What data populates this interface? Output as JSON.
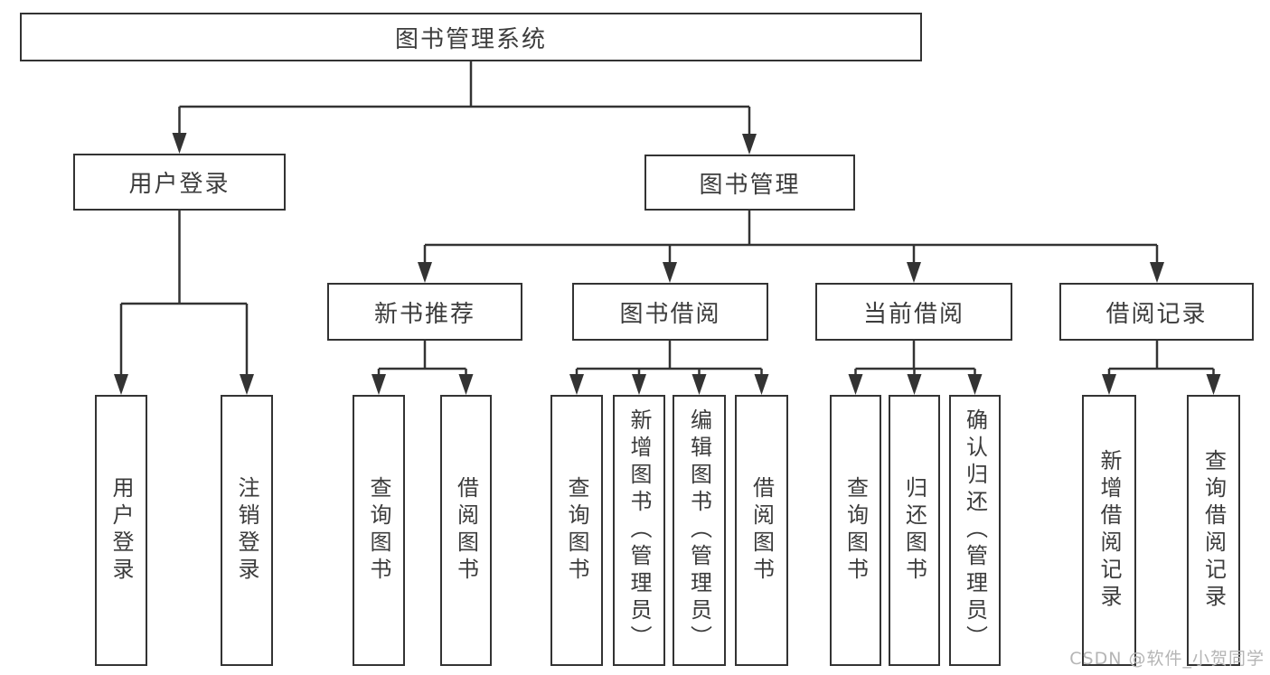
{
  "diagram": {
    "root": "图书管理系统",
    "user_branch": {
      "label": "用户登录",
      "children": [
        "用户登录",
        "注销登录"
      ]
    },
    "mgmt_branch": {
      "label": "图书管理",
      "sections": [
        {
          "label": "新书推荐",
          "children": [
            "查询图书",
            "借阅图书"
          ]
        },
        {
          "label": "图书借阅",
          "children": [
            "查询图书",
            "新增图书（管理员）",
            "编辑图书（管理员）",
            "借阅图书"
          ]
        },
        {
          "label": "当前借阅",
          "children": [
            "查询图书",
            "归还图书",
            "确认归还（管理员）"
          ]
        },
        {
          "label": "借阅记录",
          "children": [
            "新增借阅记录",
            "查询借阅记录"
          ]
        }
      ]
    }
  },
  "watermark": "CSDN @软件_小贺同学",
  "colors": {
    "line": "#333333",
    "text": "#3c3c3c",
    "box_background": "#ffffff",
    "watermark": "#b5b5b5"
  }
}
